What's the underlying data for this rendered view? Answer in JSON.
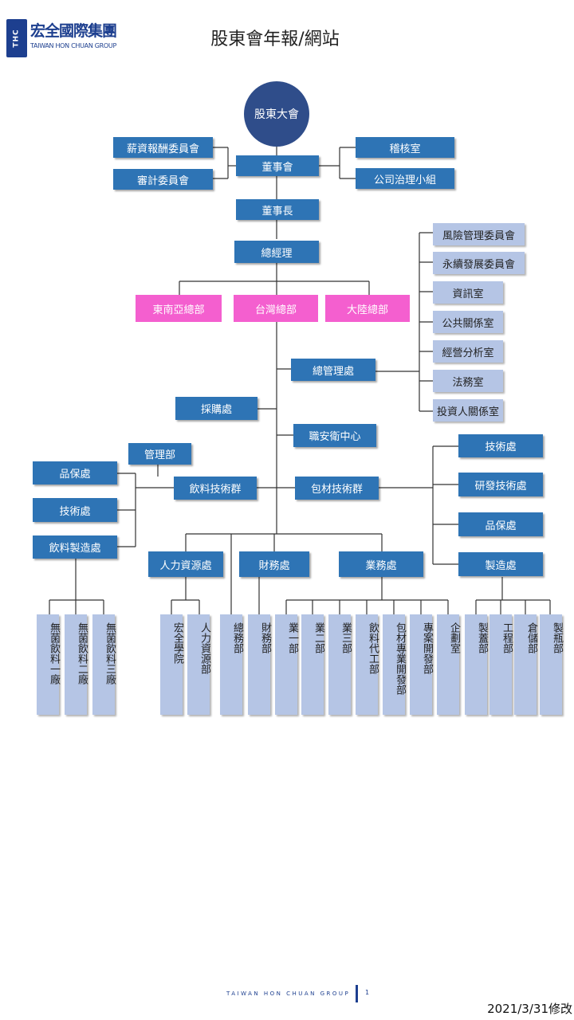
{
  "logo": {
    "badge": "THC",
    "name_cn": "宏全國際集團",
    "name_en": "TAIWAN HON CHUAN GROUP"
  },
  "title": "股東會年報/網站",
  "nodes": {
    "shareholders": "股東大會",
    "compensation_committee": "薪資報酬委員會",
    "audit_committee": "審計委員會",
    "board": "董事會",
    "internal_audit": "稽核室",
    "governance_team": "公司治理小組",
    "chairman": "董事長",
    "general_manager": "總經理",
    "risk_committee": "風險管理委員會",
    "sustainability_committee": "永續發展委員會",
    "it_office": "資訊室",
    "pr_office": "公共關係室",
    "analysis_office": "經營分析室",
    "legal_office": "法務室",
    "ir_office": "投資人關係室",
    "southeast_asia_hq": "東南亞總部",
    "taiwan_hq": "台灣總部",
    "china_hq": "大陸總部",
    "admin_division": "總管理處",
    "procurement": "採購處",
    "safety_center": "職安衛中心",
    "management_dept": "管理部",
    "beverage_tech_group": "飲料技術群",
    "packaging_tech_group": "包材技術群",
    "bev_quality": "品保處",
    "bev_tech": "技術處",
    "bev_manufacturing": "飲料製造處",
    "pkg_tech": "技術處",
    "pkg_rnd": "研發技術處",
    "pkg_quality": "品保處",
    "pkg_manufacturing": "製造處",
    "hr_division": "人力資源處",
    "finance_division": "財務處",
    "sales_division": "業務處"
  },
  "vertical_units": {
    "plant_1": "無菌飲料一廠",
    "plant_2": "無菌飲料二廠",
    "plant_3": "無菌飲料三廠",
    "academy": "宏全學院",
    "hr_dept": "人力資源部",
    "general_affairs": "總務部",
    "finance_dept": "財務部",
    "sales_1": "業一部",
    "sales_2": "業二部",
    "sales_3": "業三部",
    "oem": "飲料代工部",
    "packaging_dev": "包材專業開發部",
    "project_dev": "專案開發部",
    "planning": "企劃室",
    "cap_dept": "製蓋部",
    "engineering": "工程部",
    "warehouse": "倉儲部",
    "bottle_dept": "製瓶部"
  },
  "footer": {
    "brand": "TAIWAN HON CHUAN GROUP",
    "page": "1",
    "revised": "2021/3/31修改"
  },
  "colors": {
    "primary": "#2e74b5",
    "region": "#f45fcf",
    "unit": "#b5c5e5",
    "circle": "#2f4d8a",
    "line": "#333333"
  }
}
